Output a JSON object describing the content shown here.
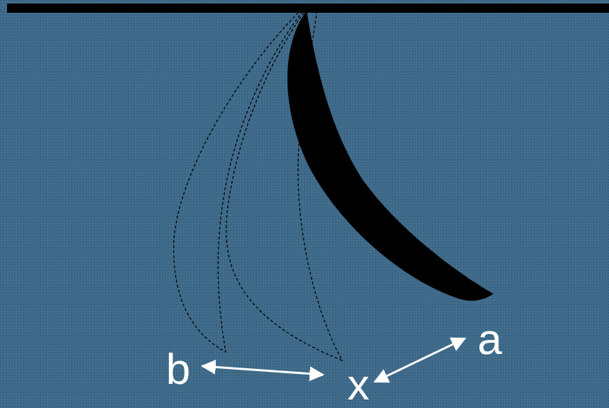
{
  "diagram": {
    "labels": [
      "b",
      "x",
      "a"
    ]
  }
}
